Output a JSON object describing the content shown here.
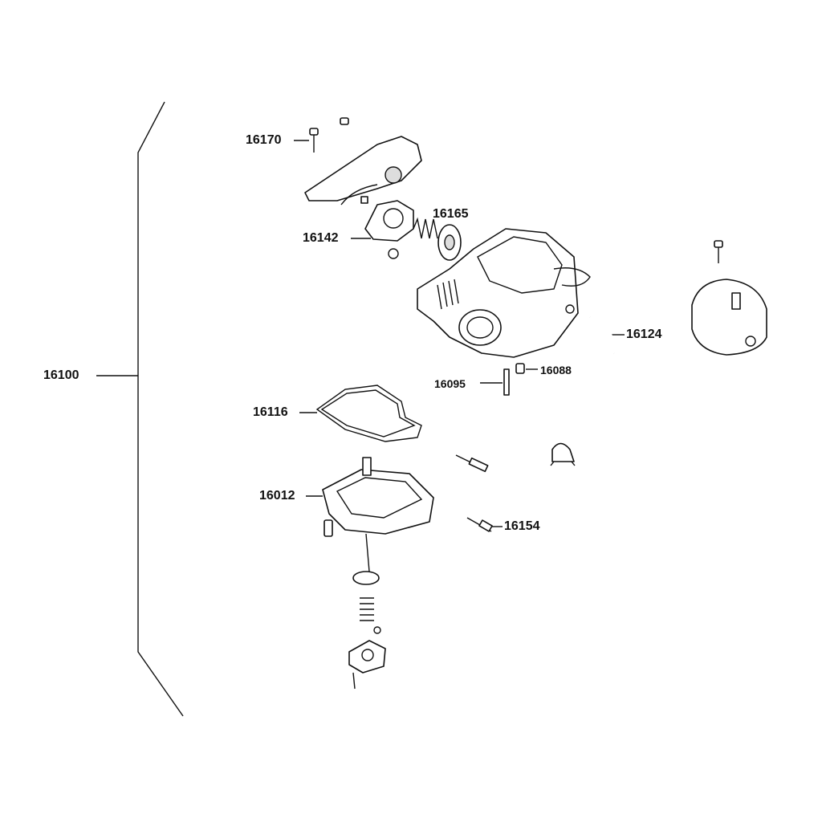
{
  "diagram": {
    "assembly_label": "16100",
    "callouts": [
      {
        "id": "16170"
      },
      {
        "id": "16165"
      },
      {
        "id": "16142"
      },
      {
        "id": "16124"
      },
      {
        "id": "16088"
      },
      {
        "id": "16095"
      },
      {
        "id": "16116"
      },
      {
        "id": "16012"
      },
      {
        "id": "16154"
      }
    ]
  }
}
